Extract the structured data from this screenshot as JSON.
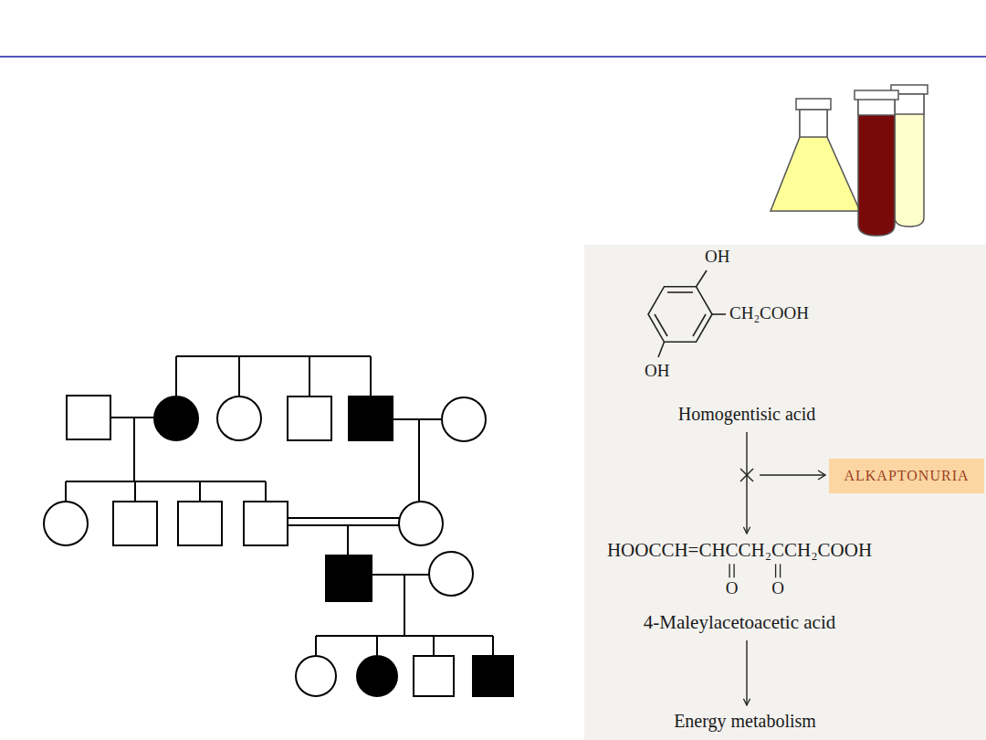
{
  "diagram": {
    "nodes": [
      {
        "text": [
          "Homogentisic acid"
        ]
      },
      {
        "text": [
          "ALKAPTONURIA"
        ]
      },
      {
        "text": [
          "HOOCCH=CHCCH₂CCH₂COOH",
          "4-Maleylacetoacetic acid"
        ]
      },
      {
        "text": [
          "Energy metabolism"
        ]
      }
    ],
    "edges": [
      {
        "from": 0,
        "to": 2,
        "arrow": "to"
      },
      {
        "from": 2,
        "to": 3,
        "arrow": "to"
      }
    ],
    "labels": [
      "OH",
      "CH₂COOH",
      "OH",
      "O",
      "O"
    ]
  }
}
